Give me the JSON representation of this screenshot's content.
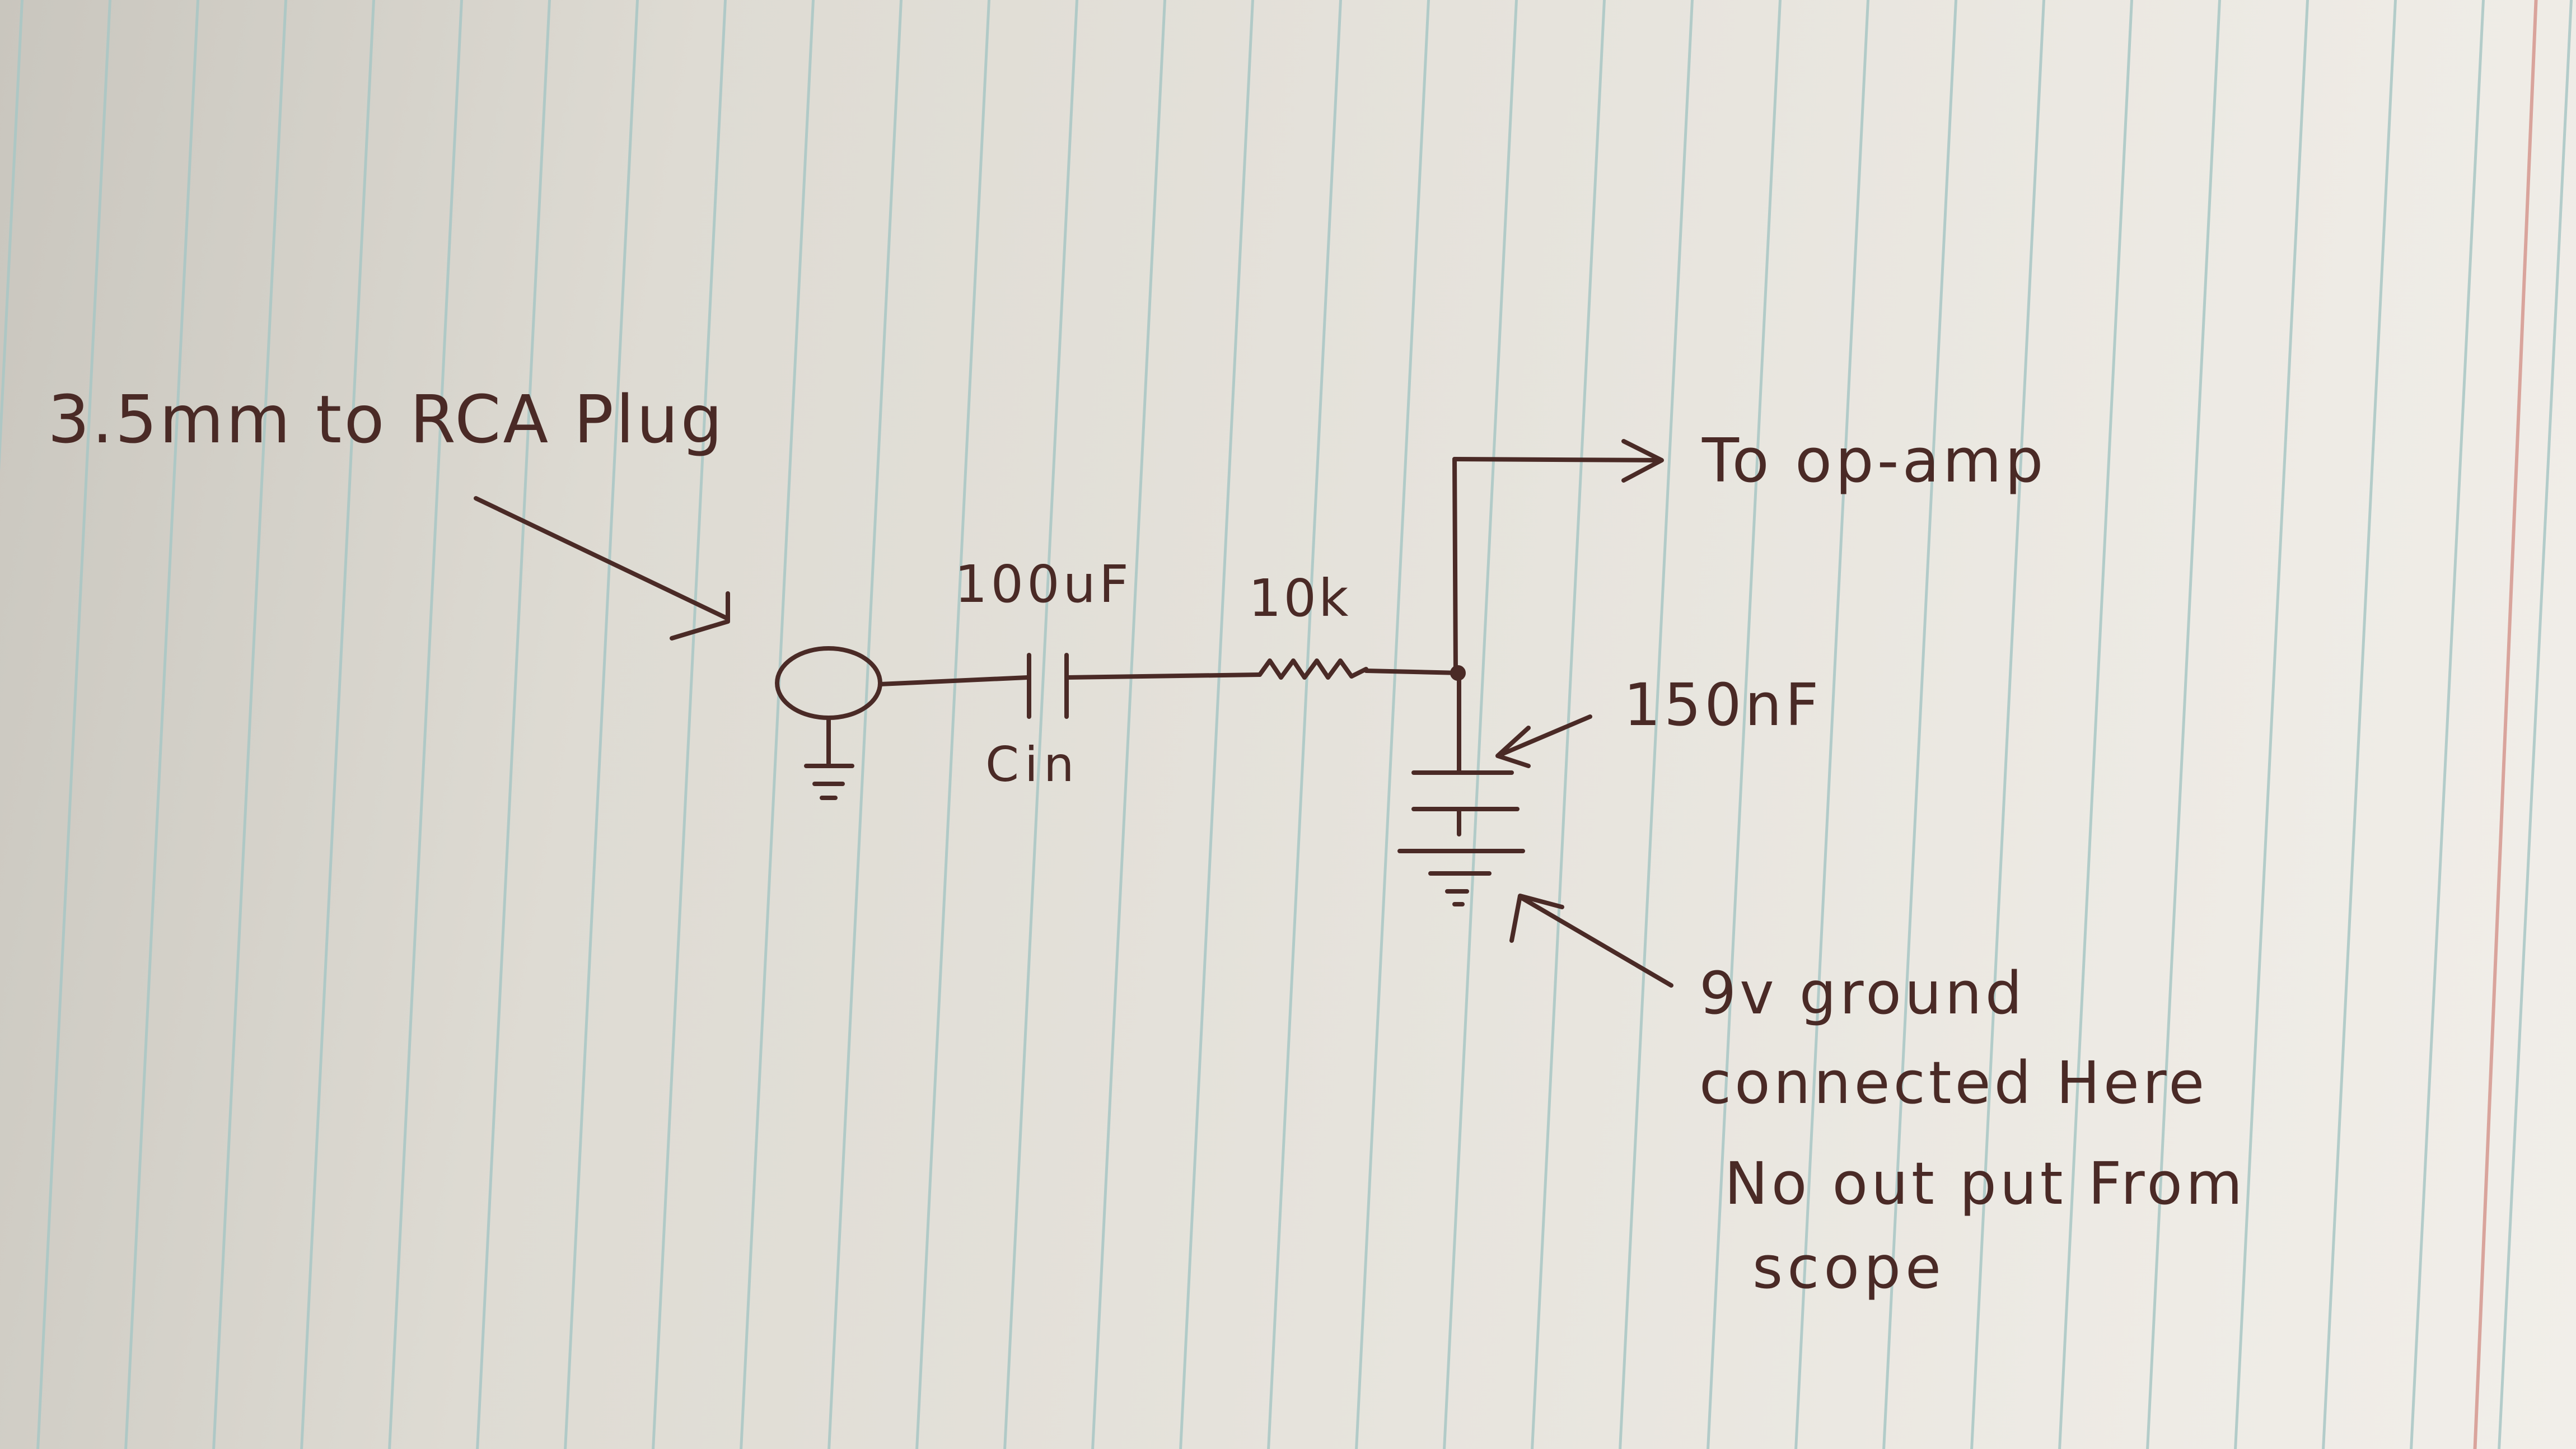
{
  "paper": {
    "background": "#e3e0d9",
    "rule_color": "#a9c7c5",
    "margin_rule_color": "#d9a49c",
    "ink_color": "#4a2a26"
  },
  "labels": {
    "plug": "3.5mm to RCA Plug",
    "capacitor_value": "100uF",
    "capacitor_name": "Cin",
    "resistor": "10k",
    "output": "To op-amp",
    "filter_capacitor": "150nF",
    "note_line_1": "9v ground",
    "note_line_2": "connected Here",
    "note_line_3": "No out put From",
    "note_line_4": "scope"
  }
}
